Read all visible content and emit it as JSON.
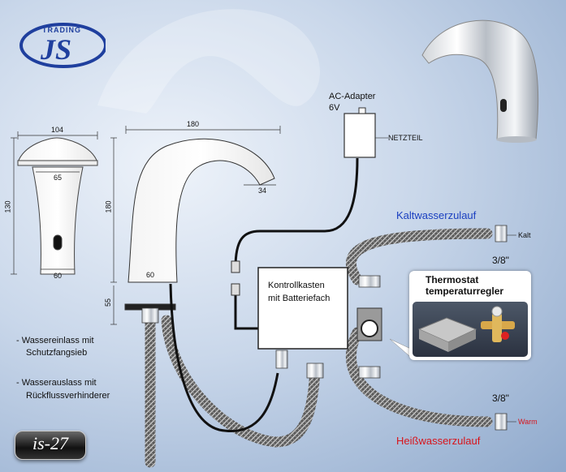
{
  "brand": {
    "top_word": "TRADING",
    "initials": "JS"
  },
  "model": "is-27",
  "front_view": {
    "width_top": "104",
    "height": "130",
    "inner_width": "65",
    "base_width": "60"
  },
  "side_view": {
    "reach": "180",
    "height": "180",
    "outlet_width": "34",
    "base_width": "60",
    "shank_length": "55"
  },
  "adapter": {
    "label_line1": "AC-Adapter",
    "label_line2": "6V",
    "tag": "NETZTEIL"
  },
  "control_box": {
    "line1": "Kontrollkasten",
    "line2": "mit Batteriefach"
  },
  "thermostat": {
    "line1": "Thermostat",
    "line2": "temperaturregler"
  },
  "cold": {
    "title": "Kaltwasserzulauf",
    "size": "3/8\"",
    "tag": "Kalt"
  },
  "hot": {
    "title": "Heißwasserzulauf",
    "size": "3/8\"",
    "tag": "Warm"
  },
  "notes": [
    {
      "line1": "-  Wassereinlass mit",
      "line2": "Schutzfangsieb"
    },
    {
      "line1": "-  Wasserauslass mit",
      "line2": "Rückflussverhinderer"
    }
  ],
  "colors": {
    "cold_title": "#1a3fc0",
    "hot_title": "#d8141b",
    "logo_blue": "#1f3f9e",
    "hose": "#8a8a8a"
  }
}
